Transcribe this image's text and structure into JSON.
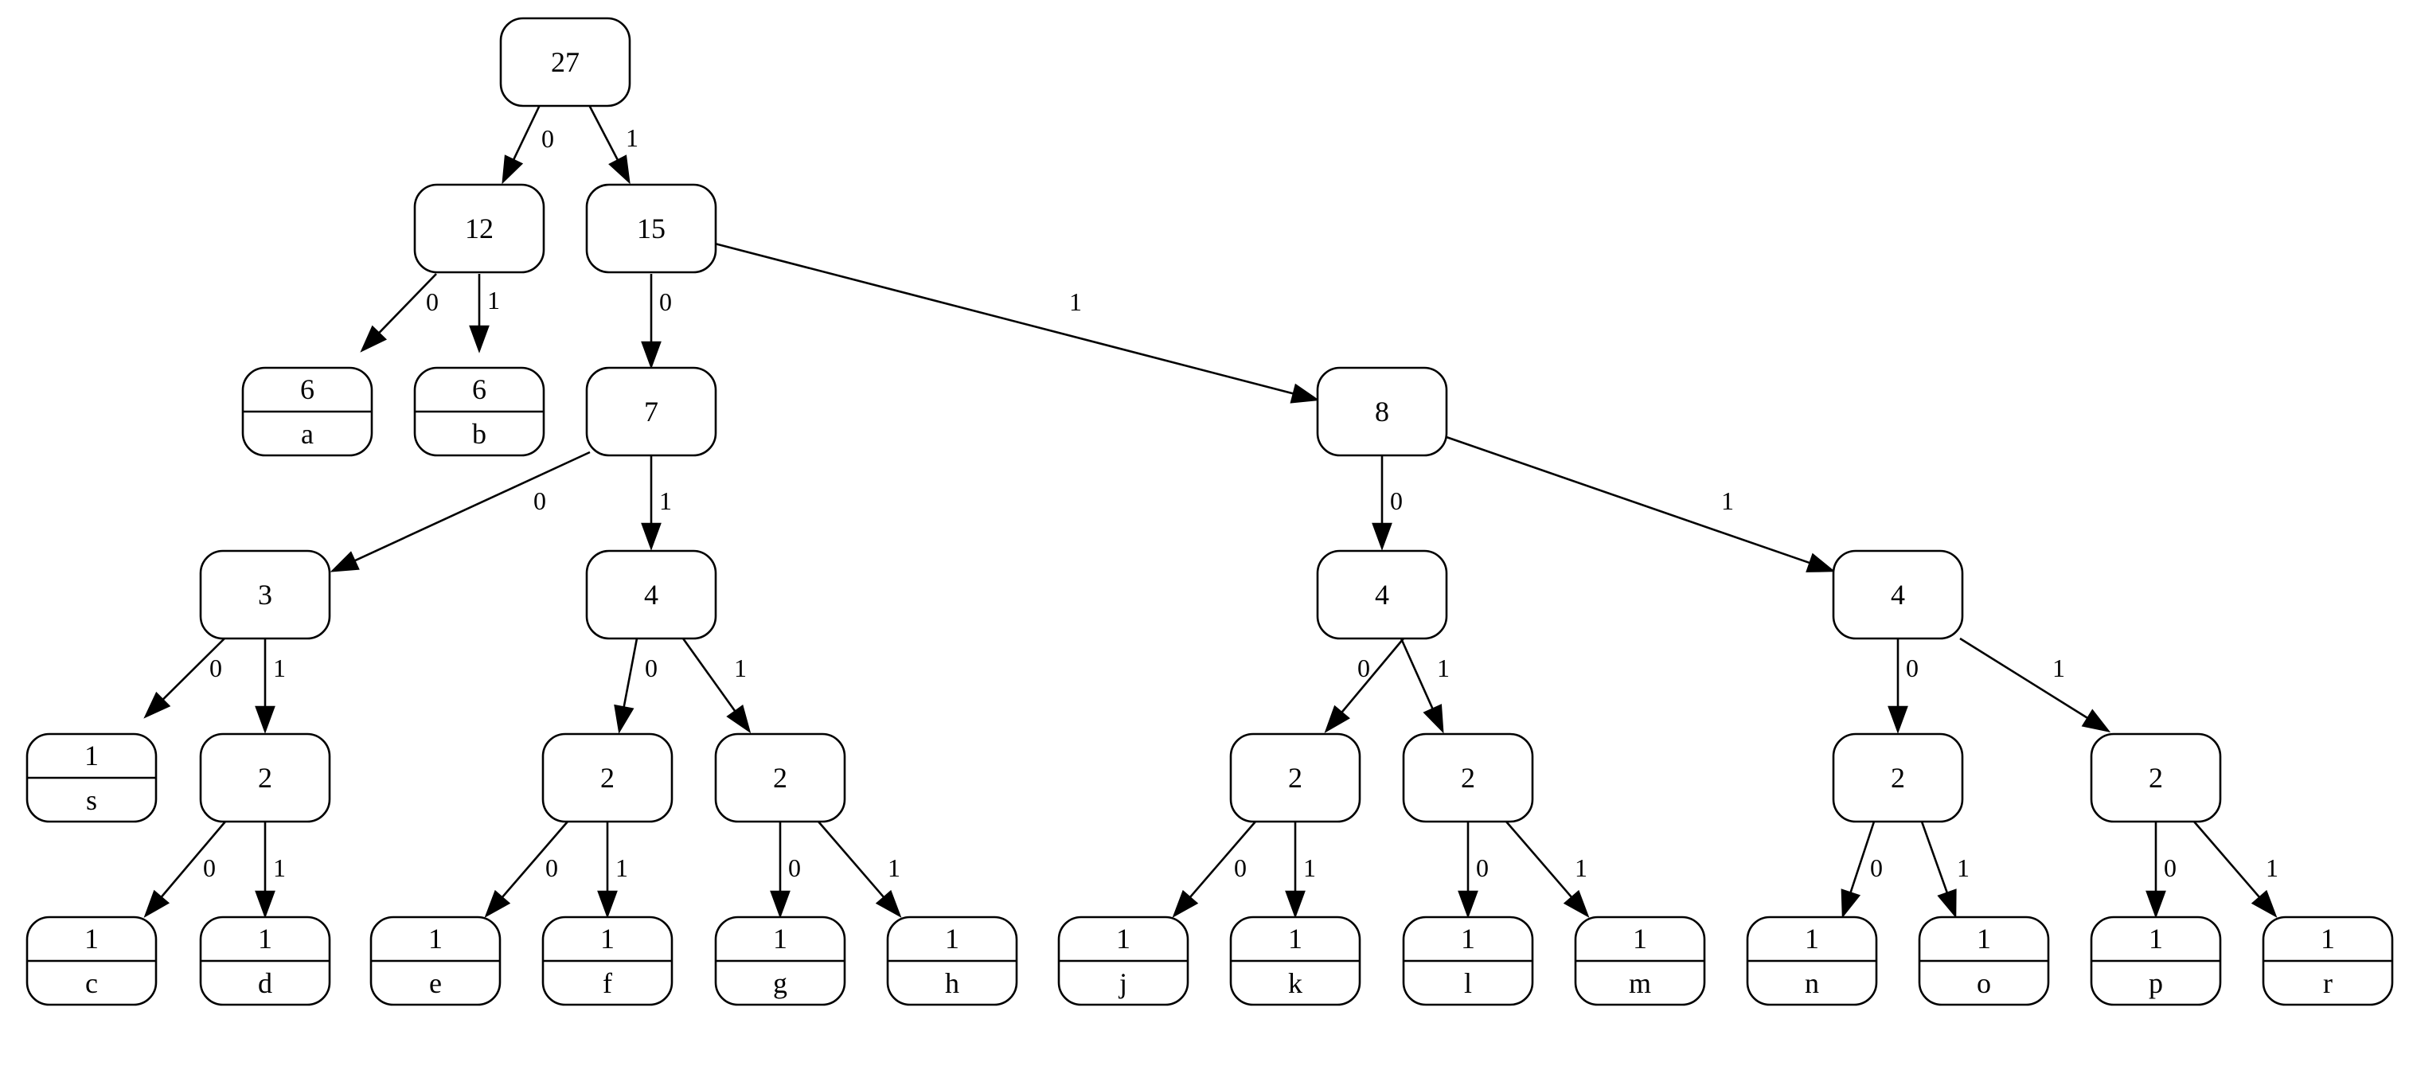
{
  "nodes": [
    {
      "id": "n27",
      "weight": "27"
    },
    {
      "id": "n12",
      "weight": "12"
    },
    {
      "id": "n15",
      "weight": "15"
    },
    {
      "id": "a",
      "weight": "6",
      "symbol": "a"
    },
    {
      "id": "b",
      "weight": "6",
      "symbol": "b"
    },
    {
      "id": "n7",
      "weight": "7"
    },
    {
      "id": "n8",
      "weight": "8"
    },
    {
      "id": "n3",
      "weight": "3"
    },
    {
      "id": "n4a",
      "weight": "4"
    },
    {
      "id": "n4b",
      "weight": "4"
    },
    {
      "id": "n4c",
      "weight": "4"
    },
    {
      "id": "s",
      "weight": "1",
      "symbol": "s"
    },
    {
      "id": "n2a",
      "weight": "2"
    },
    {
      "id": "n2b",
      "weight": "2"
    },
    {
      "id": "n2c",
      "weight": "2"
    },
    {
      "id": "n2d",
      "weight": "2"
    },
    {
      "id": "n2e",
      "weight": "2"
    },
    {
      "id": "n2f",
      "weight": "2"
    },
    {
      "id": "n2g",
      "weight": "2"
    },
    {
      "id": "c",
      "weight": "1",
      "symbol": "c"
    },
    {
      "id": "d",
      "weight": "1",
      "symbol": "d"
    },
    {
      "id": "e",
      "weight": "1",
      "symbol": "e"
    },
    {
      "id": "f",
      "weight": "1",
      "symbol": "f"
    },
    {
      "id": "g",
      "weight": "1",
      "symbol": "g"
    },
    {
      "id": "h",
      "weight": "1",
      "symbol": "h"
    },
    {
      "id": "j",
      "weight": "1",
      "symbol": "j"
    },
    {
      "id": "k",
      "weight": "1",
      "symbol": "k"
    },
    {
      "id": "l",
      "weight": "1",
      "symbol": "l"
    },
    {
      "id": "m",
      "weight": "1",
      "symbol": "m"
    },
    {
      "id": "n",
      "weight": "1",
      "symbol": "n"
    },
    {
      "id": "o",
      "weight": "1",
      "symbol": "o"
    },
    {
      "id": "p",
      "weight": "1",
      "symbol": "p"
    },
    {
      "id": "r",
      "weight": "1",
      "symbol": "r"
    }
  ],
  "edges": [
    {
      "from": "n27",
      "to": "n12",
      "label": "0"
    },
    {
      "from": "n27",
      "to": "n15",
      "label": "1"
    },
    {
      "from": "n12",
      "to": "a",
      "label": "0"
    },
    {
      "from": "n12",
      "to": "b",
      "label": "1"
    },
    {
      "from": "n15",
      "to": "n7",
      "label": "0"
    },
    {
      "from": "n15",
      "to": "n8",
      "label": "1"
    },
    {
      "from": "n7",
      "to": "n3",
      "label": "0"
    },
    {
      "from": "n7",
      "to": "n4a",
      "label": "1"
    },
    {
      "from": "n8",
      "to": "n4b",
      "label": "0"
    },
    {
      "from": "n8",
      "to": "n4c",
      "label": "1"
    },
    {
      "from": "n3",
      "to": "s",
      "label": "0"
    },
    {
      "from": "n3",
      "to": "n2a",
      "label": "1"
    },
    {
      "from": "n4a",
      "to": "n2b",
      "label": "0"
    },
    {
      "from": "n4a",
      "to": "n2c",
      "label": "1"
    },
    {
      "from": "n4b",
      "to": "n2d",
      "label": "0"
    },
    {
      "from": "n4b",
      "to": "n2e",
      "label": "1"
    },
    {
      "from": "n4c",
      "to": "n2f",
      "label": "0"
    },
    {
      "from": "n4c",
      "to": "n2g",
      "label": "1"
    },
    {
      "from": "n2a",
      "to": "c",
      "label": "0"
    },
    {
      "from": "n2a",
      "to": "d",
      "label": "1"
    },
    {
      "from": "n2b",
      "to": "e",
      "label": "0"
    },
    {
      "from": "n2b",
      "to": "f",
      "label": "1"
    },
    {
      "from": "n2c",
      "to": "g",
      "label": "0"
    },
    {
      "from": "n2c",
      "to": "h",
      "label": "1"
    },
    {
      "from": "n2d",
      "to": "j",
      "label": "0"
    },
    {
      "from": "n2d",
      "to": "k",
      "label": "1"
    },
    {
      "from": "n2e",
      "to": "l",
      "label": "0"
    },
    {
      "from": "n2e",
      "to": "m",
      "label": "1"
    },
    {
      "from": "n2f",
      "to": "n",
      "label": "0"
    },
    {
      "from": "n2f",
      "to": "o",
      "label": "1"
    },
    {
      "from": "n2g",
      "to": "p",
      "label": "0"
    },
    {
      "from": "n2g",
      "to": "r",
      "label": "1"
    }
  ]
}
